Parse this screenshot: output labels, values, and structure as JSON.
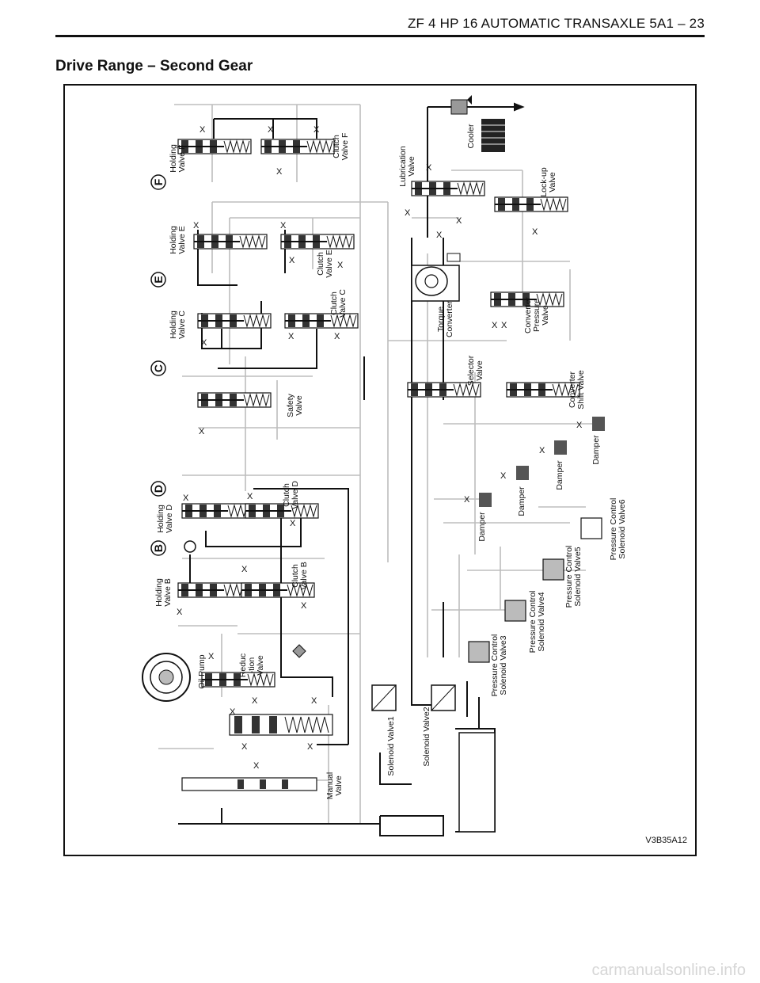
{
  "header": {
    "title": "ZF 4 HP 16 AUTOMATIC TRANSAXLE  5A1 – 23"
  },
  "page_title": "Drive Range – Second Gear",
  "figure_code": "V3B35A12",
  "watermark": "carmanualsonline.info",
  "ports": [
    "F",
    "E",
    "C",
    "D",
    "B"
  ],
  "labels": {
    "holding_valve_f": [
      "Holding",
      "Valve F"
    ],
    "clutch_valve_f": [
      "Clutch",
      "Valve F"
    ],
    "holding_valve_e": [
      "Holding",
      "Valve E"
    ],
    "clutch_valve_e": [
      "Clutch",
      "Valve E"
    ],
    "holding_valve_c": [
      "Holding",
      "Valve C"
    ],
    "clutch_valve_c": [
      "Clutch",
      "Valve C"
    ],
    "safety_valve": [
      "Safety",
      "Valve"
    ],
    "holding_valve_d": [
      "Holding",
      "Valve D"
    ],
    "clutch_valve_d": [
      "Clutch",
      "Valve D"
    ],
    "holding_valve_b": [
      "Holding",
      "Valve B"
    ],
    "clutch_valve_b": [
      "Clutch",
      "Valve B"
    ],
    "oil_pump": [
      "Oil Pump"
    ],
    "reduction_valve": [
      "Reduc",
      "-tion",
      "Valve"
    ],
    "manual_valve": [
      "Manual",
      "Valve"
    ],
    "solenoid_valve_1": [
      "Solenoid Valve1"
    ],
    "solenoid_valve_2": [
      "Solenoid Valve2"
    ],
    "pcsv3": [
      "Pressure Control",
      "Solenoid Valve3"
    ],
    "pcsv4": [
      "Pressure Control",
      "Solenoid Valve4"
    ],
    "pcsv5": [
      "Pressure Control",
      "Solenoid Valve5"
    ],
    "pcsv6": [
      "Pressure Control",
      "Solenoid Valve6"
    ],
    "damper_1": [
      "Damper"
    ],
    "damper_2": [
      "Damper"
    ],
    "damper_3": [
      "Damper"
    ],
    "damper_4": [
      "Damper"
    ],
    "converter_shift_valve": [
      "Converter",
      "Shift Valve"
    ],
    "selector_valve": [
      "Selector",
      "Valve"
    ],
    "torque_converter": [
      "Torque",
      "Converter"
    ],
    "converter_pressure_valve": [
      "Converter",
      "Pressure",
      "Valve"
    ],
    "lock_up_valve": [
      "Lock-up",
      "Valve"
    ],
    "lubrication_valve": [
      "Lubrication",
      "Valve"
    ],
    "cooler": [
      "Cooler"
    ]
  }
}
